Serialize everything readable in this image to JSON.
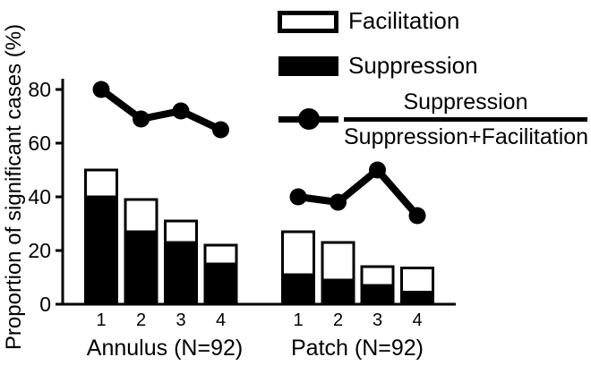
{
  "colors": {
    "foreground": "#000000",
    "background": "#ffffff",
    "suppression_fill": "#000000",
    "facilitation_fill": "#ffffff",
    "line_color": "#000000"
  },
  "legend": {
    "items": [
      {
        "swatch": "open-box",
        "label": "Facilitation"
      },
      {
        "swatch": "filled-box",
        "label": "Suppression"
      },
      {
        "swatch": "line-with-dot",
        "label_numerator": "Suppression",
        "label_denominator": "Suppression+Facilitation"
      }
    ]
  },
  "chart_data": {
    "type": "bar",
    "subtype": "stacked-bars-with-ratio-line",
    "title": "",
    "xlabel": "",
    "ylabel": "Proportion of significant cases (%)",
    "ylim": [
      0,
      85
    ],
    "yticks": [
      0,
      20,
      40,
      60,
      80
    ],
    "grid": false,
    "legend_position": "top-right",
    "groups": [
      {
        "label": "Annulus (N=92)",
        "categories": [
          "1",
          "2",
          "3",
          "4"
        ],
        "series": [
          {
            "name": "Suppression",
            "type": "bar-stack-bottom",
            "values": [
              40,
              27,
              23,
              15
            ]
          },
          {
            "name": "Facilitation",
            "type": "bar-stack-top",
            "values": [
              10,
              12,
              8,
              7
            ]
          },
          {
            "name": "Suppression/(Suppression+Facilitation)",
            "type": "line",
            "values": [
              80,
              69,
              72,
              65
            ]
          }
        ]
      },
      {
        "label": "Patch (N=92)",
        "categories": [
          "1",
          "2",
          "3",
          "4"
        ],
        "series": [
          {
            "name": "Suppression",
            "type": "bar-stack-bottom",
            "values": [
              11,
              9,
              7,
              4.5
            ]
          },
          {
            "name": "Facilitation",
            "type": "bar-stack-top",
            "values": [
              16,
              14,
              7,
              9
            ]
          },
          {
            "name": "Suppression/(Suppression+Facilitation)",
            "type": "line",
            "values": [
              40,
              38,
              50,
              33
            ]
          }
        ]
      }
    ]
  }
}
